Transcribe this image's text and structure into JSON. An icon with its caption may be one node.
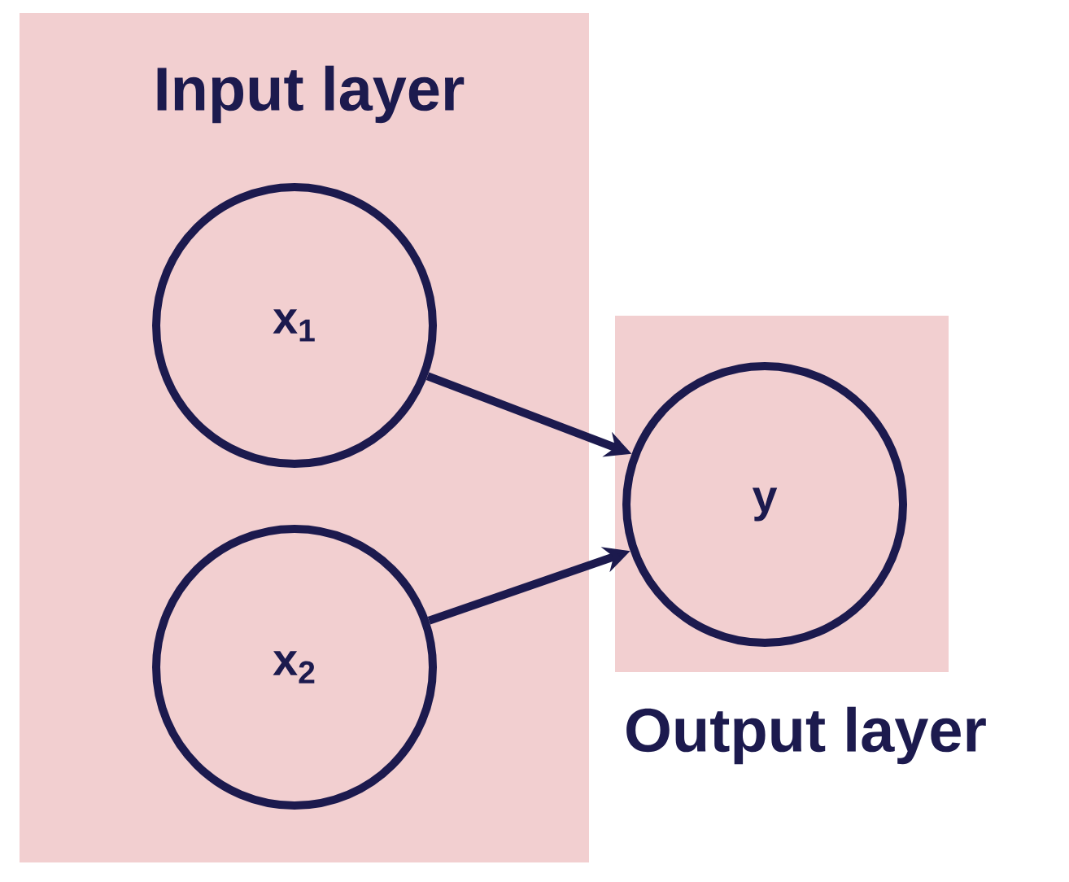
{
  "diagram": {
    "nodes": [
      {
        "text": [
          "Input layer"
        ]
      },
      {
        "text": [
          "x$_{1}$"
        ],
        "in": 0
      },
      {
        "text": [
          "x$_{2}$"
        ],
        "in": 0
      },
      {
        "text": [
          "Output layer"
        ]
      },
      {
        "text": [
          "y"
        ],
        "in": 3
      }
    ],
    "edges": [
      {
        "from": 1,
        "to": 4,
        "arrow": "to"
      },
      {
        "from": 2,
        "to": 4,
        "arrow": "to"
      }
    ]
  }
}
